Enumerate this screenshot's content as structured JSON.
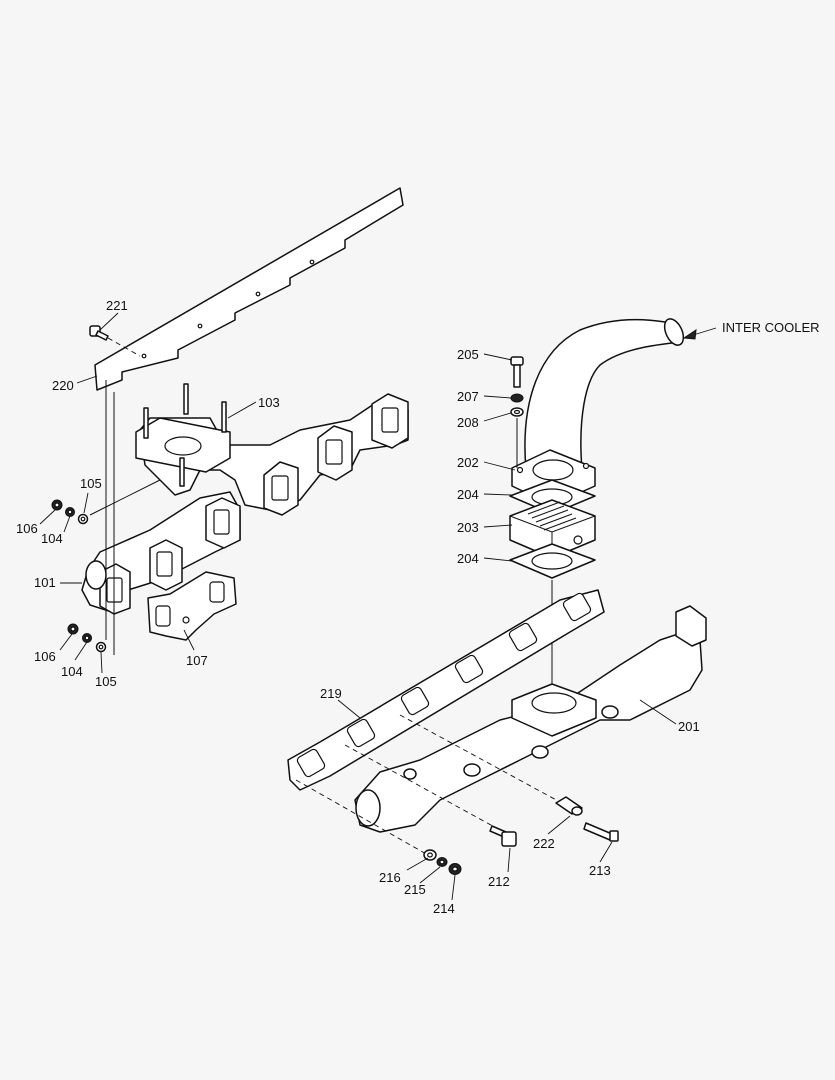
{
  "diagram": {
    "labels": {
      "p101": "101",
      "p103": "103",
      "p104a": "104",
      "p104b": "104",
      "p105a": "105",
      "p105b": "105",
      "p106a": "106",
      "p106b": "106",
      "p107": "107",
      "p201": "201",
      "p202": "202",
      "p203": "203",
      "p204a": "204",
      "p204b": "204",
      "p205": "205",
      "p207": "207",
      "p208": "208",
      "p212": "212",
      "p213": "213",
      "p214": "214",
      "p215": "215",
      "p216": "216",
      "p219": "219",
      "p220": "220",
      "p221": "221",
      "p222": "222"
    },
    "annotation": "INTER COOLER"
  },
  "colors": {
    "background": "#f6f6f6",
    "line": "#111111",
    "fill": "#ffffff"
  }
}
